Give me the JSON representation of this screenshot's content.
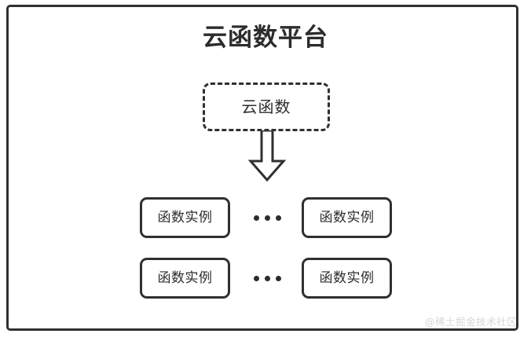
{
  "diagram": {
    "title": "云函数平台",
    "frame": {
      "border_color": "#2f3033",
      "background": "#ffffff"
    },
    "cloud_function": {
      "label": "云函数",
      "style": "dashed",
      "border_color": "#2f3033"
    },
    "arrow": {
      "icon": "down-block-arrow",
      "direction": "down",
      "color": "#2f3033"
    },
    "instance_rows": [
      {
        "left": {
          "label": "函数实例"
        },
        "separator": "…",
        "right": {
          "label": "函数实例"
        }
      },
      {
        "left": {
          "label": "函数实例"
        },
        "separator": "…",
        "right": {
          "label": "函数实例"
        }
      }
    ],
    "watermark": "@稀土掘金技术社区",
    "colors": {
      "stroke": "#2f3033",
      "text": "#2b2c2e",
      "watermark": "#d6d7d9",
      "background": "#ffffff"
    }
  }
}
